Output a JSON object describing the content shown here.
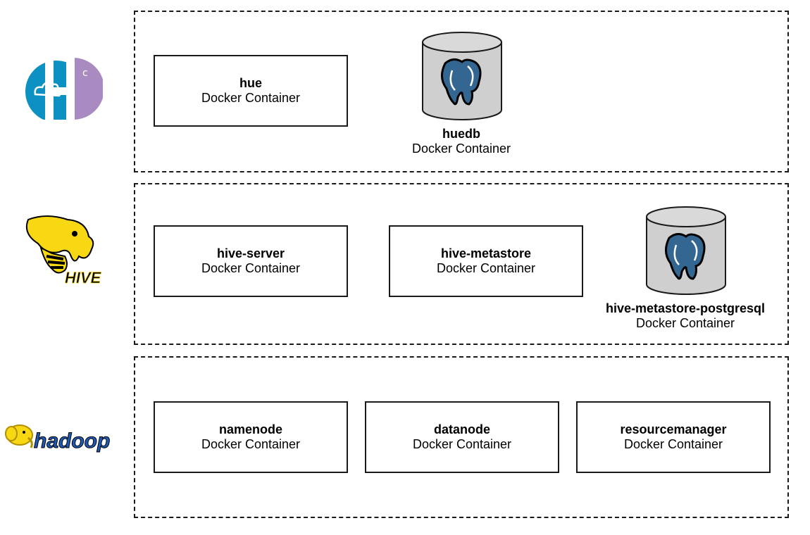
{
  "logos": {
    "hue": "hue-logo",
    "hive": "hive-logo",
    "hadoop": "hadoop-logo",
    "hive_text": "HIVE",
    "hadoop_text": "hadoop"
  },
  "colors": {
    "hue_blue": "#0d91c2",
    "hue_purple": "#a98bc2",
    "hive_yellow": "#f7d812",
    "hadoop_blue": "#1c5bb5",
    "cylinder_gray": "#cfcfcf",
    "postgres_blue": "#336791"
  },
  "groups": [
    {
      "name": "hue-group",
      "containers": [
        {
          "name": "hue",
          "type": "Docker Container"
        }
      ],
      "databases": [
        {
          "name": "huedb",
          "type": "Docker Container"
        }
      ]
    },
    {
      "name": "hive-group",
      "containers": [
        {
          "name": "hive-server",
          "type": "Docker Container"
        },
        {
          "name": "hive-metastore",
          "type": "Docker Container"
        }
      ],
      "databases": [
        {
          "name": "hive-metastore-postgresql",
          "type": "Docker Container"
        }
      ]
    },
    {
      "name": "hadoop-group",
      "containers": [
        {
          "name": "namenode",
          "type": "Docker Container"
        },
        {
          "name": "datanode",
          "type": "Docker Container"
        },
        {
          "name": "resourcemanager",
          "type": "Docker Container"
        }
      ]
    }
  ]
}
